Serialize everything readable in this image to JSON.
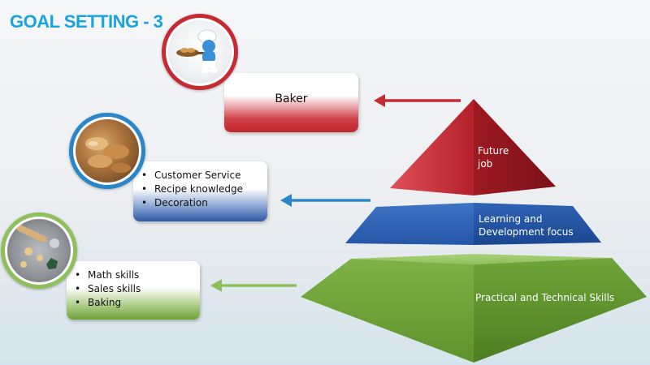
{
  "title": "GOAL SETTING - 3",
  "levels": [
    {
      "pyramid_label_line1": "Future",
      "pyramid_label_line2": "job",
      "box_text": "Baker",
      "image": "smurf-baker-figurine",
      "color": "#c62a32"
    },
    {
      "pyramid_label_line1": "Learning and",
      "pyramid_label_line2": "Development focus",
      "bullets": [
        "Customer Service",
        "Recipe knowledge",
        "Decoration"
      ],
      "image": "pastries-photo",
      "color": "#2f5aa5"
    },
    {
      "pyramid_label_line1": "Practical and Technical Skills",
      "bullets": [
        "Math skills",
        "Sales skills",
        "Baking"
      ],
      "image": "baking-tools-photo",
      "color": "#6fa03b"
    }
  ]
}
